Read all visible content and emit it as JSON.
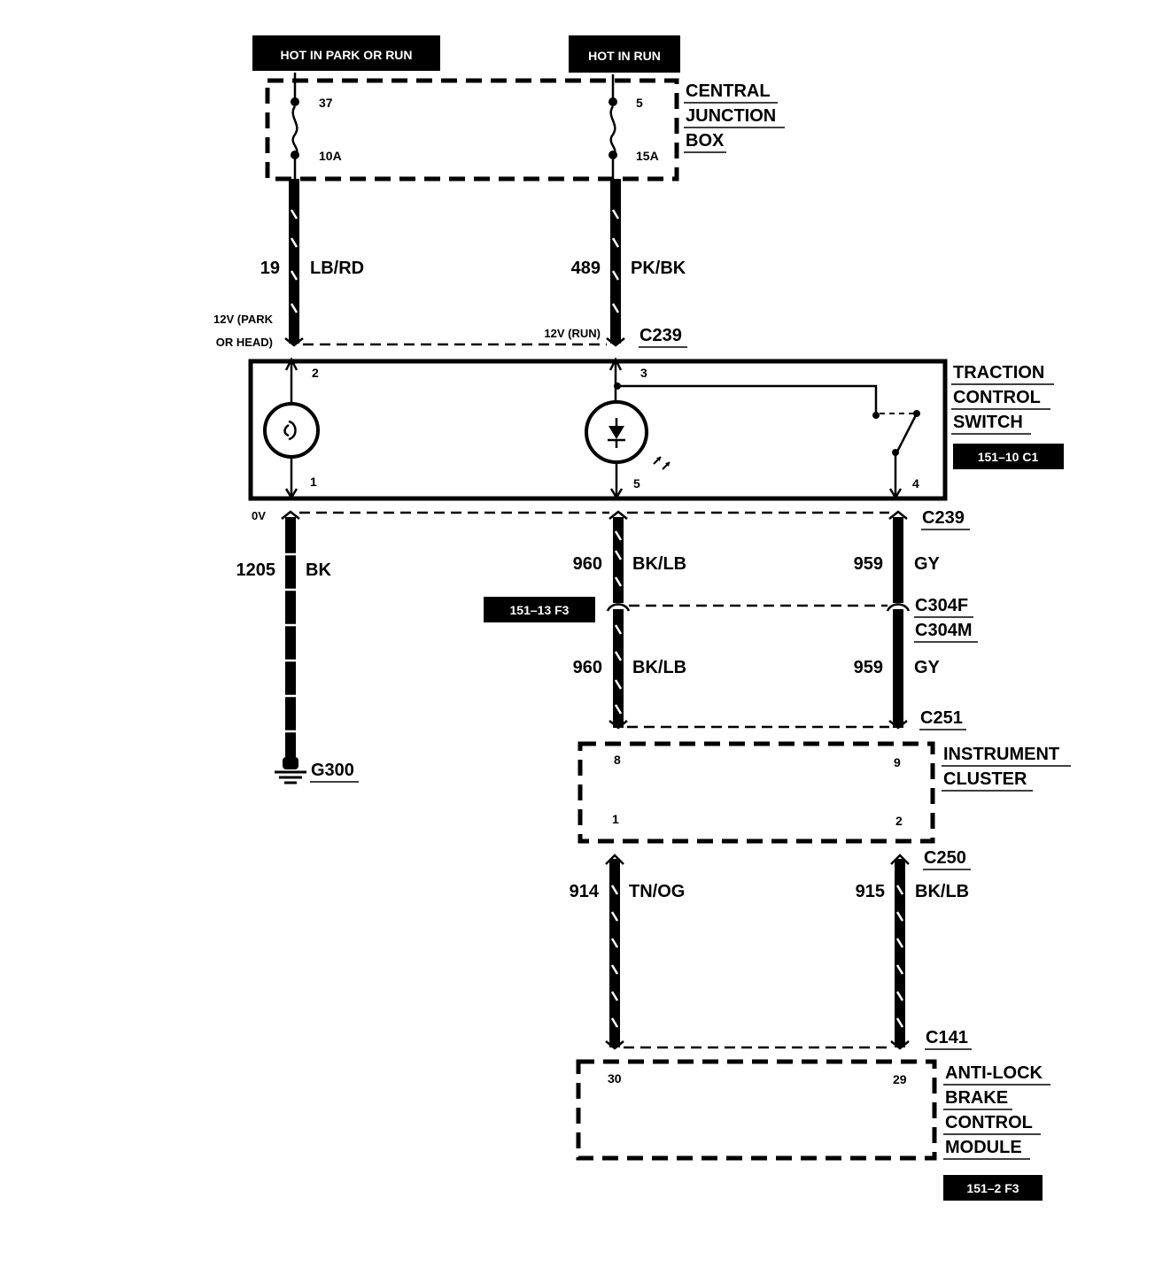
{
  "power_labels": {
    "hot_in_park_or_run": "HOT IN PARK OR RUN",
    "hot_in_run": "HOT IN RUN"
  },
  "central_junction_box": {
    "lines": [
      "CENTRAL",
      "JUNCTION",
      "BOX"
    ],
    "fuse1": {
      "number": "37",
      "rating": "10A"
    },
    "fuse2": {
      "number": "5",
      "rating": "15A"
    }
  },
  "wires": {
    "w19": {
      "circuit": "19",
      "color": "LB/RD"
    },
    "w489": {
      "circuit": "489",
      "color": "PK/BK"
    },
    "w1205": {
      "circuit": "1205",
      "color": "BK"
    },
    "w960a": {
      "circuit": "960",
      "color": "BK/LB"
    },
    "w959a": {
      "circuit": "959",
      "color": "GY"
    },
    "w960b": {
      "circuit": "960",
      "color": "BK/LB"
    },
    "w959b": {
      "circuit": "959",
      "color": "GY"
    },
    "w914": {
      "circuit": "914",
      "color": "TN/OG"
    },
    "w915": {
      "circuit": "915",
      "color": "BK/LB"
    }
  },
  "voltages": {
    "park_head_line1": "12V (PARK",
    "park_head_line2": "OR HEAD)",
    "run": "12V (RUN)",
    "zero": "0V"
  },
  "connectors": {
    "c239_top": "C239",
    "c239_bottom": "C239",
    "c304f": "C304F",
    "c304m": "C304M",
    "c251": "C251",
    "c250": "C250",
    "c141": "C141",
    "ground": "G300"
  },
  "traction_control_switch": {
    "lines": [
      "TRACTION",
      "CONTROL",
      "SWITCH"
    ],
    "ref": "151–10 C1",
    "pins": {
      "p2": "2",
      "p3": "3",
      "p1": "1",
      "p5": "5",
      "p4": "4"
    }
  },
  "ref_badges": {
    "ref_151_13": "151–13 F3",
    "ref_151_2": "151–2 F3"
  },
  "instrument_cluster": {
    "lines": [
      "INSTRUMENT",
      "CLUSTER"
    ],
    "pins": {
      "p8": "8",
      "p9": "9",
      "p1": "1",
      "p2": "2"
    }
  },
  "abs_module": {
    "lines": [
      "ANTI-LOCK",
      "BRAKE",
      "CONTROL",
      "MODULE"
    ],
    "pins": {
      "p30": "30",
      "p29": "29"
    }
  }
}
